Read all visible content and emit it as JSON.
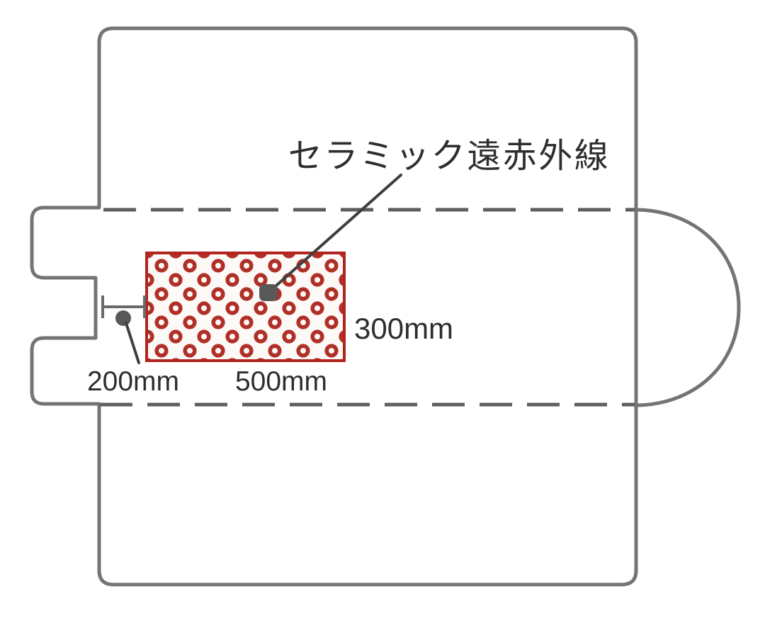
{
  "colors": {
    "background": "#ffffff",
    "outline_gray": "#747474",
    "dash_gray": "#5e5e5e",
    "measure_gray": "#6a6a6a",
    "leader_gray": "#3f3f3f",
    "marker_gray": "#585858",
    "text_dark": "#2e2e2e",
    "heater_border_red": "#b2241e",
    "heater_ring_red": "#b03028",
    "heater_fill": "#fdf9f7"
  },
  "diagram": {
    "title": "セラミック遠赤外線",
    "labels": {
      "panel_height": "300mm",
      "panel_width": "500mm",
      "edge_offset": "200mm"
    }
  }
}
